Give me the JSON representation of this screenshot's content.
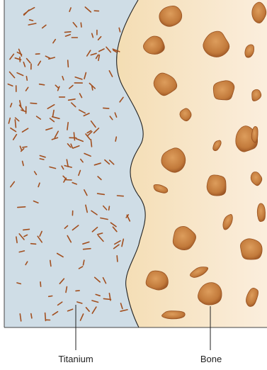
{
  "figure": {
    "regions": [
      {
        "name": "titanium",
        "color": "#cfdde6"
      },
      {
        "name": "bone",
        "color": "#f6e2c0"
      }
    ],
    "particle_color": "#a24f1f",
    "lacuna_fill": "#c98443",
    "lacuna_stroke": "#9a5423",
    "labels": {
      "titanium": "Titanium",
      "bone": "Bone"
    }
  }
}
